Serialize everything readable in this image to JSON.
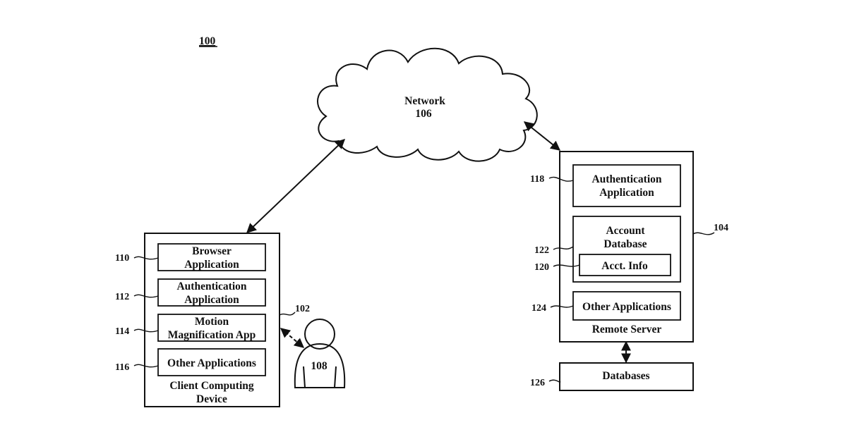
{
  "figure": {
    "number": "100"
  },
  "network": {
    "label": "Network",
    "ref": "106"
  },
  "client": {
    "ref": "102",
    "caption_line1": "Client Computing",
    "caption_line2": "Device",
    "modules": [
      {
        "ref": "110",
        "line1": "Browser",
        "line2": "Application"
      },
      {
        "ref": "112",
        "line1": "Authentication",
        "line2": "Application"
      },
      {
        "ref": "114",
        "line1": "Motion",
        "line2": "Magnification App"
      },
      {
        "ref": "116",
        "line1": "Other Applications",
        "line2": ""
      }
    ]
  },
  "user": {
    "ref": "108"
  },
  "server": {
    "ref": "104",
    "caption": "Remote Server",
    "auth": {
      "ref": "118",
      "line1": "Authentication",
      "line2": "Application"
    },
    "account_db": {
      "ref": "122",
      "line1": "Account",
      "line2": "Database"
    },
    "acct_info": {
      "ref": "120",
      "label": "Acct. Info"
    },
    "other": {
      "ref": "124",
      "label": "Other Applications"
    }
  },
  "databases": {
    "ref": "126",
    "label": "Databases"
  }
}
